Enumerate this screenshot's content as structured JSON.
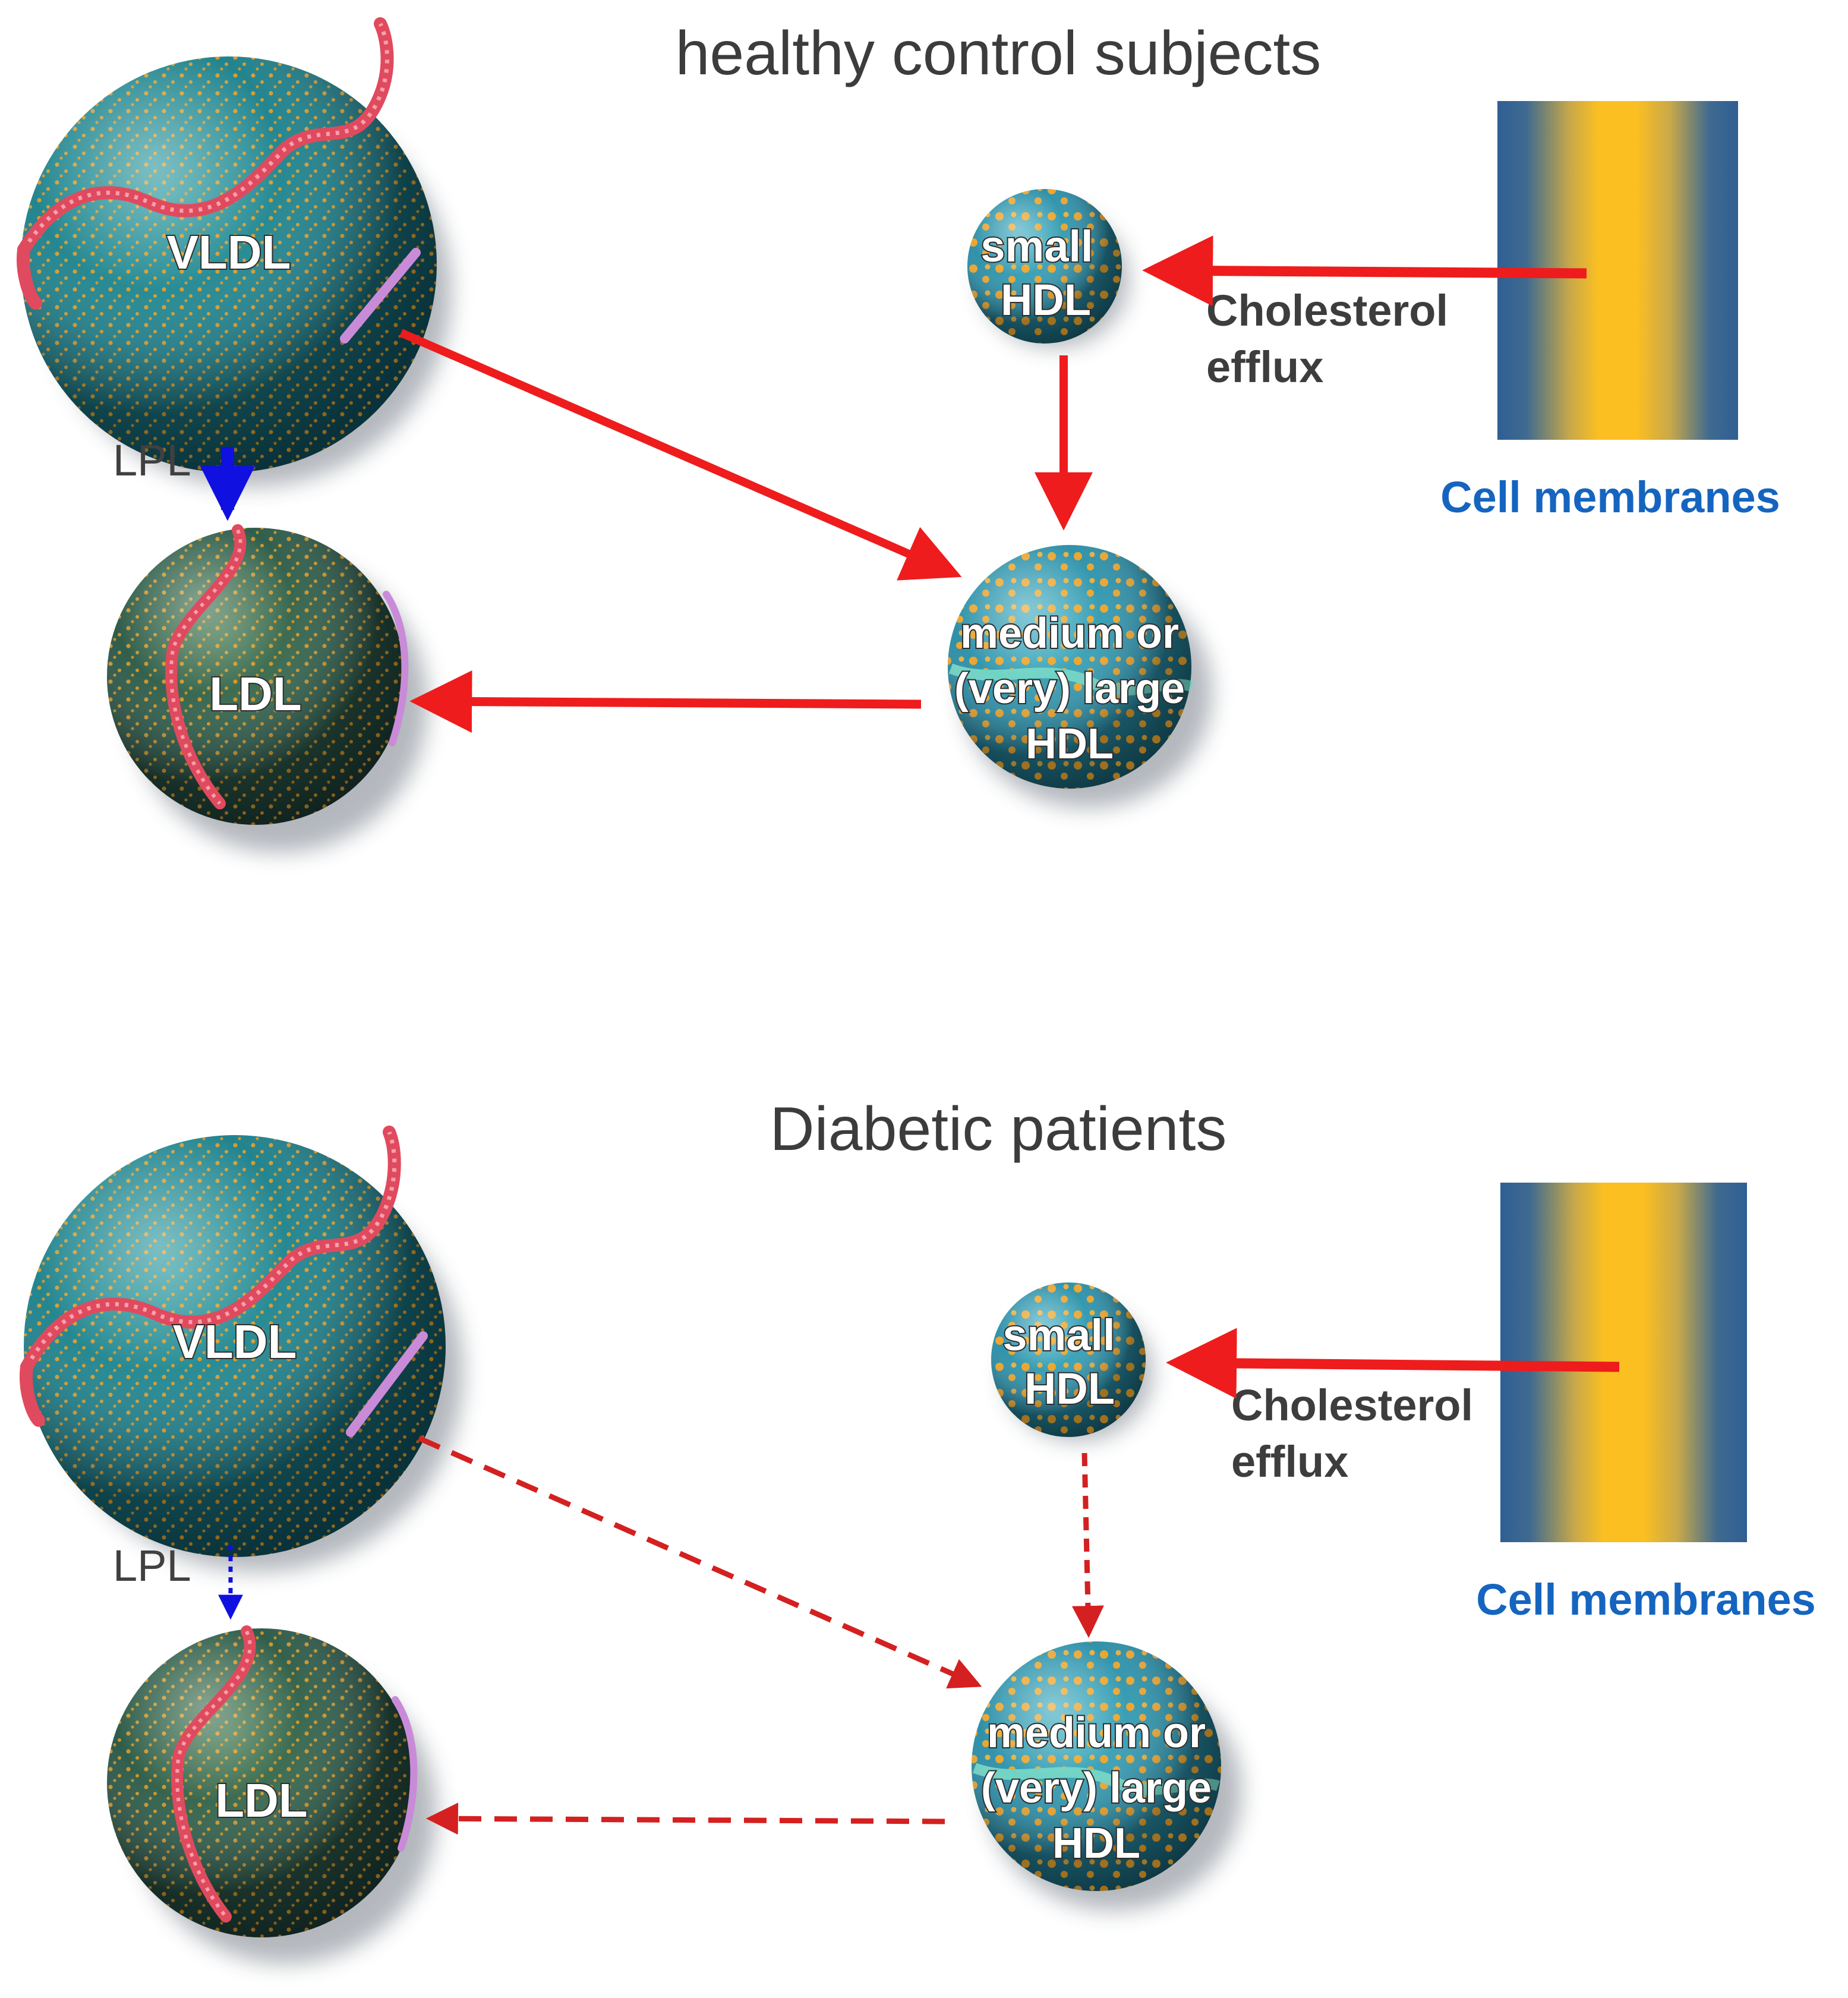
{
  "panels": {
    "top": {
      "title": "healthy control subjects",
      "vldl": "VLDL",
      "ldl": "LDL",
      "small_hdl": [
        "small",
        "HDL"
      ],
      "large_hdl": [
        "medium or",
        "(very) large",
        "HDL"
      ],
      "efflux": [
        "Cholesterol",
        "efflux"
      ],
      "lpl": "LPL",
      "cell_membranes": "Cell membranes",
      "arrow_style": "solid"
    },
    "bottom": {
      "title": "Diabetic patients",
      "vldl": "VLDL",
      "ldl": "LDL",
      "small_hdl": [
        "small",
        "HDL"
      ],
      "large_hdl": [
        "medium or",
        "(very) large",
        "HDL"
      ],
      "efflux": [
        "Cholesterol",
        "efflux"
      ],
      "lpl": "LPL",
      "cell_membranes": "Cell membranes",
      "arrow_style": "dashed"
    }
  },
  "colors": {
    "pathway_arrow": "#ee1c1c",
    "lpl_arrow": "#1010e0",
    "membrane_blue": "#2f5f93",
    "membrane_yellow": "#fbbf22",
    "particle_teal": "#1f7f8a",
    "particle_dots": "#f2a224",
    "apolipoprotein": "#e04a5e",
    "cell_membranes_text": "#1565c0"
  },
  "icons": {
    "lipoprotein": "lipoprotein-particle-sphere",
    "membrane": "cell-membrane-gradient-bar"
  }
}
